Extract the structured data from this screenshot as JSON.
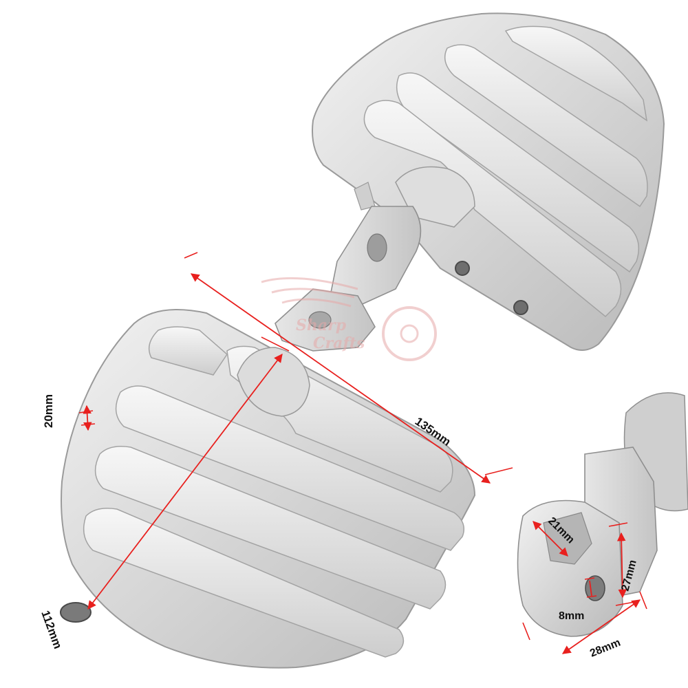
{
  "image": {
    "subject": "pair of silver motorcycle footpegs with dimension annotations",
    "colors": {
      "background": "#ffffff",
      "metal": "#d9d9d9",
      "metal_dark": "#a9a9a9",
      "dimension_line": "#e8201e",
      "label_text": "#111111",
      "watermark": "#e7a9a8"
    }
  },
  "dimensions": {
    "width_top": "135mm",
    "length_diag": "112mm",
    "rib_width": "20mm",
    "clevis_slot": "21mm",
    "clevis_height": "27mm",
    "pin_hole": "8mm",
    "clevis_width": "28mm"
  },
  "watermark": {
    "line1": "Sharp",
    "line2": "Crafts"
  }
}
